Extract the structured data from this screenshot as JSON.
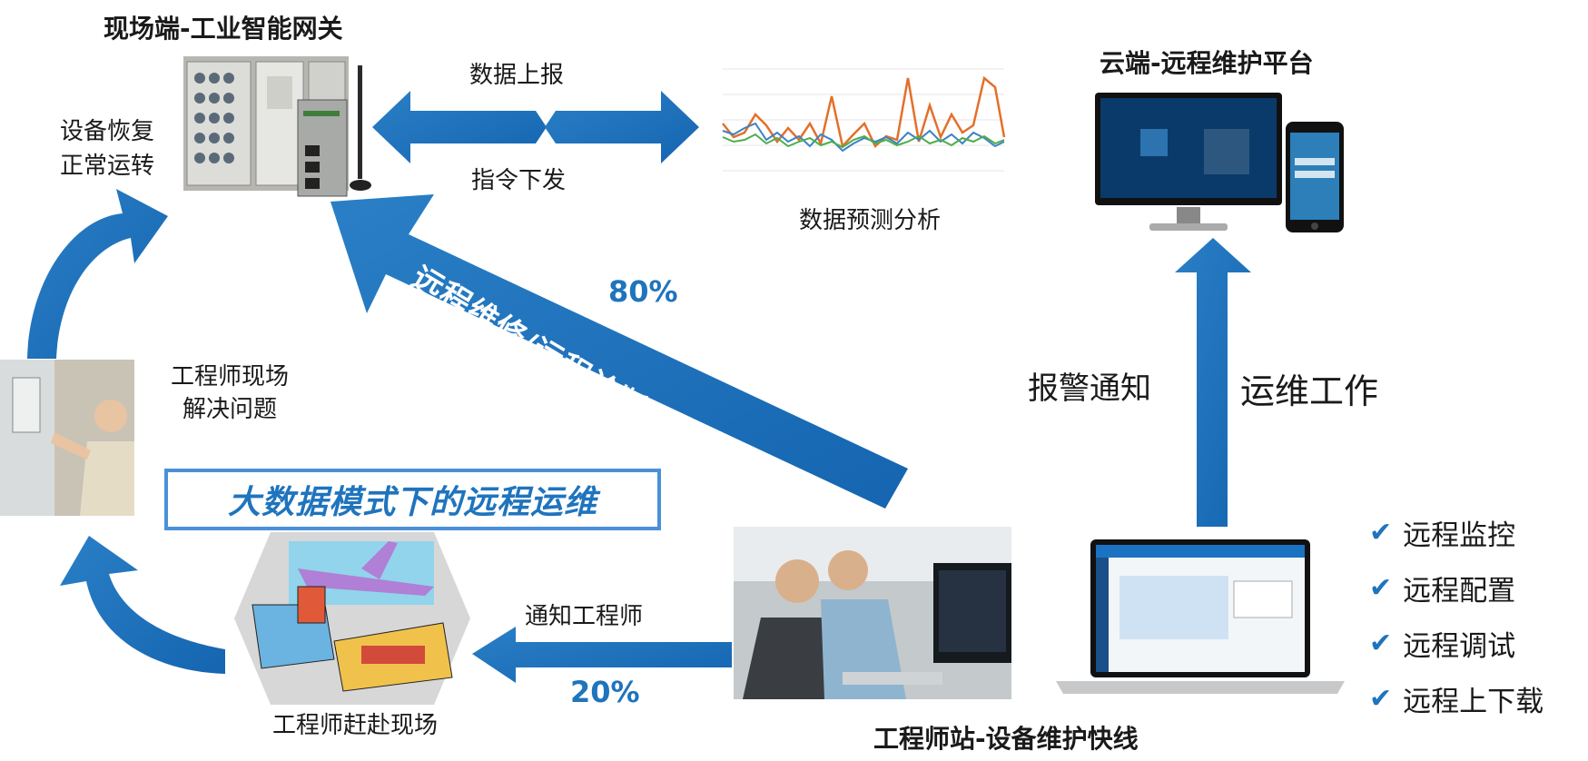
{
  "gateway": {
    "title": "现场端-工业智能网关"
  },
  "cloud": {
    "title": "云端-远程维护平台"
  },
  "station": {
    "title": "工程师站-设备维护快线"
  },
  "flows": {
    "upload": "数据上报",
    "command": "指令下发",
    "analysis": "数据预测分析",
    "alarm": "报警通知",
    "ops": "运维工作",
    "notify": "通知工程师",
    "remote": "远程维修/远程诊断/远程监控"
  },
  "percent": {
    "remote": "80%",
    "onsite": "20%"
  },
  "side": {
    "recover_line1": "设备恢复",
    "recover_line2": "正常运转",
    "solve_line1": "工程师现场",
    "solve_line2": "解决问题",
    "travel": "工程师赶赴现场"
  },
  "banner": "大数据模式下的远程运维",
  "capabilities": [
    "远程监控",
    "远程配置",
    "远程调试",
    "远程上下载"
  ],
  "colors": {
    "arrow": "#1f74bd",
    "accent": "#4a90d9"
  }
}
